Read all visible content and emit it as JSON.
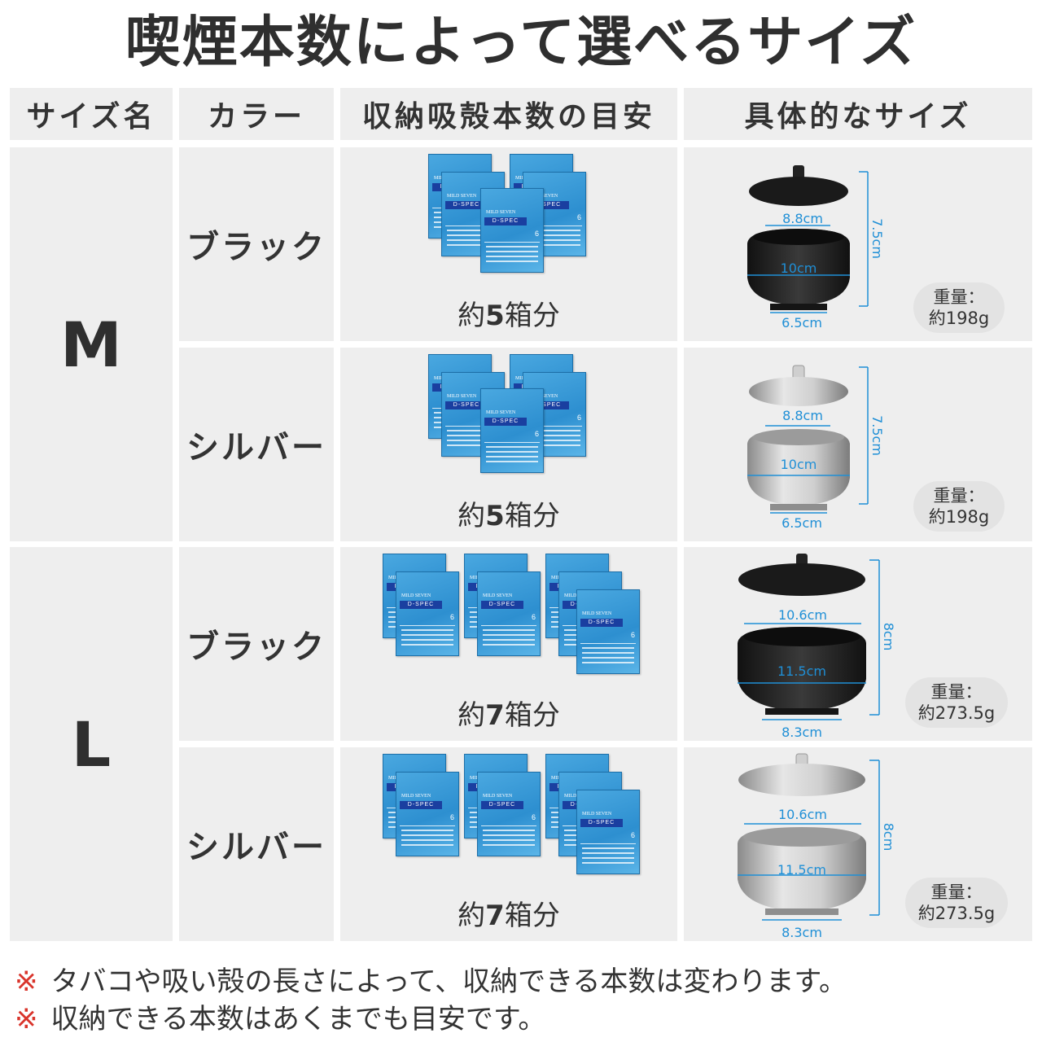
{
  "title": "喫煙本数によって選べるサイズ",
  "headers": {
    "size_name": "サイズ名",
    "color": "カラー",
    "count": "収納吸殻本数の目安",
    "dimensions": "具体的なサイズ"
  },
  "sizes": {
    "m": "M",
    "l": "L"
  },
  "rows": [
    {
      "color": "ブラック",
      "count_prefix": "約",
      "count_num": "5",
      "count_suffix": "箱分",
      "lid_width": "8.8cm",
      "body_width": "10cm",
      "base_width": "6.5cm",
      "height": "7.5cm",
      "weight_label": "重量：",
      "weight_value": "約198g"
    },
    {
      "color": "シルバー",
      "count_prefix": "約",
      "count_num": "5",
      "count_suffix": "箱分",
      "lid_width": "8.8cm",
      "body_width": "10cm",
      "base_width": "6.5cm",
      "height": "7.5cm",
      "weight_label": "重量：",
      "weight_value": "約198g"
    },
    {
      "color": "ブラック",
      "count_prefix": "約",
      "count_num": "7",
      "count_suffix": "箱分",
      "lid_width": "10.6cm",
      "body_width": "11.5cm",
      "base_width": "8.3cm",
      "height": "8cm",
      "weight_label": "重量：",
      "weight_value": "約273.5g"
    },
    {
      "color": "シルバー",
      "count_prefix": "約",
      "count_num": "7",
      "count_suffix": "箱分",
      "lid_width": "10.6cm",
      "body_width": "11.5cm",
      "base_width": "8.3cm",
      "height": "8cm",
      "weight_label": "重量：",
      "weight_value": "約273.5g"
    }
  ],
  "pack": {
    "brand": "MILD SEVEN",
    "product": "D-SPEC",
    "number": "6"
  },
  "notes": {
    "mark": "※",
    "note1": "タバコや吸い殻の長さによって、収納できる本数は変わります。",
    "note2": "収納できる本数はあくまでも目安です。"
  },
  "colors": {
    "cell_bg": "#eeeeee",
    "dimension_line": "#1f8fd6",
    "black_tray": "#1e1e1e",
    "silver_tray": "#b8b8b8",
    "note_mark": "#d9342b"
  }
}
